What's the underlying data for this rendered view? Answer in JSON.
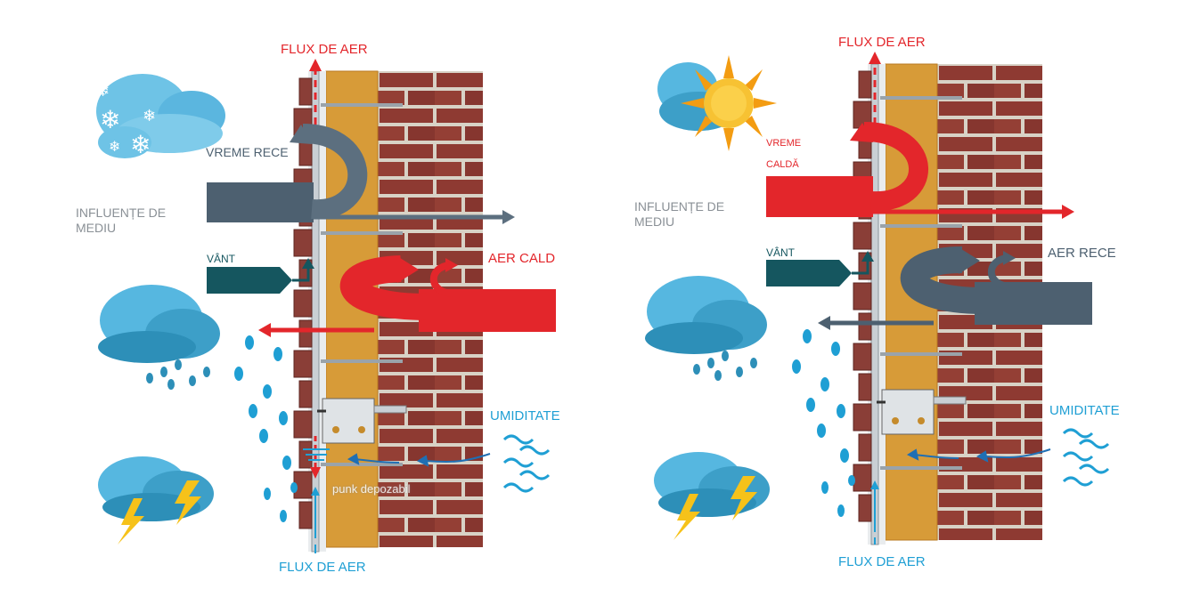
{
  "colors": {
    "brick": "#8e3a32",
    "mortar": "#d8d2c6",
    "insulation": "#d79b38",
    "cladding": "#8a3e37",
    "rail": "#c9cfd4",
    "warm_air": "#e3262b",
    "cold_air": "#4d6070",
    "wind": "#15565f",
    "moisture": "#1f9fd4",
    "cloud": "#56b7e0"
  },
  "left_panel": {
    "airflow_top": "FLUX DE AER",
    "weather": "VREME RECE",
    "environment_line1": "INFLUENȚE DE",
    "environment_line2": "MEDIU",
    "wind": "VÂNT",
    "inside_air": "AER CALD",
    "humidity": "UMIDITATE",
    "airflow_bottom": "FLUX DE AER",
    "watermark": "punk depozabil"
  },
  "right_panel": {
    "airflow_top": "FLUX DE AER",
    "weather_line1": "VREME",
    "weather_line2": "CALDĂ",
    "environment_line1": "INFLUENȚE DE",
    "environment_line2": "MEDIU",
    "wind": "VÂNT",
    "inside_air": "AER RECE",
    "humidity": "UMIDITATE",
    "airflow_bottom": "FLUX DE AER"
  },
  "icons": {
    "left": [
      "snow-cloud-icon",
      "rain-cloud-icon",
      "storm-cloud-icon",
      "raindrop-icon"
    ],
    "right": [
      "sun-cloud-icon",
      "rain-cloud-icon",
      "storm-cloud-icon",
      "raindrop-icon"
    ]
  }
}
